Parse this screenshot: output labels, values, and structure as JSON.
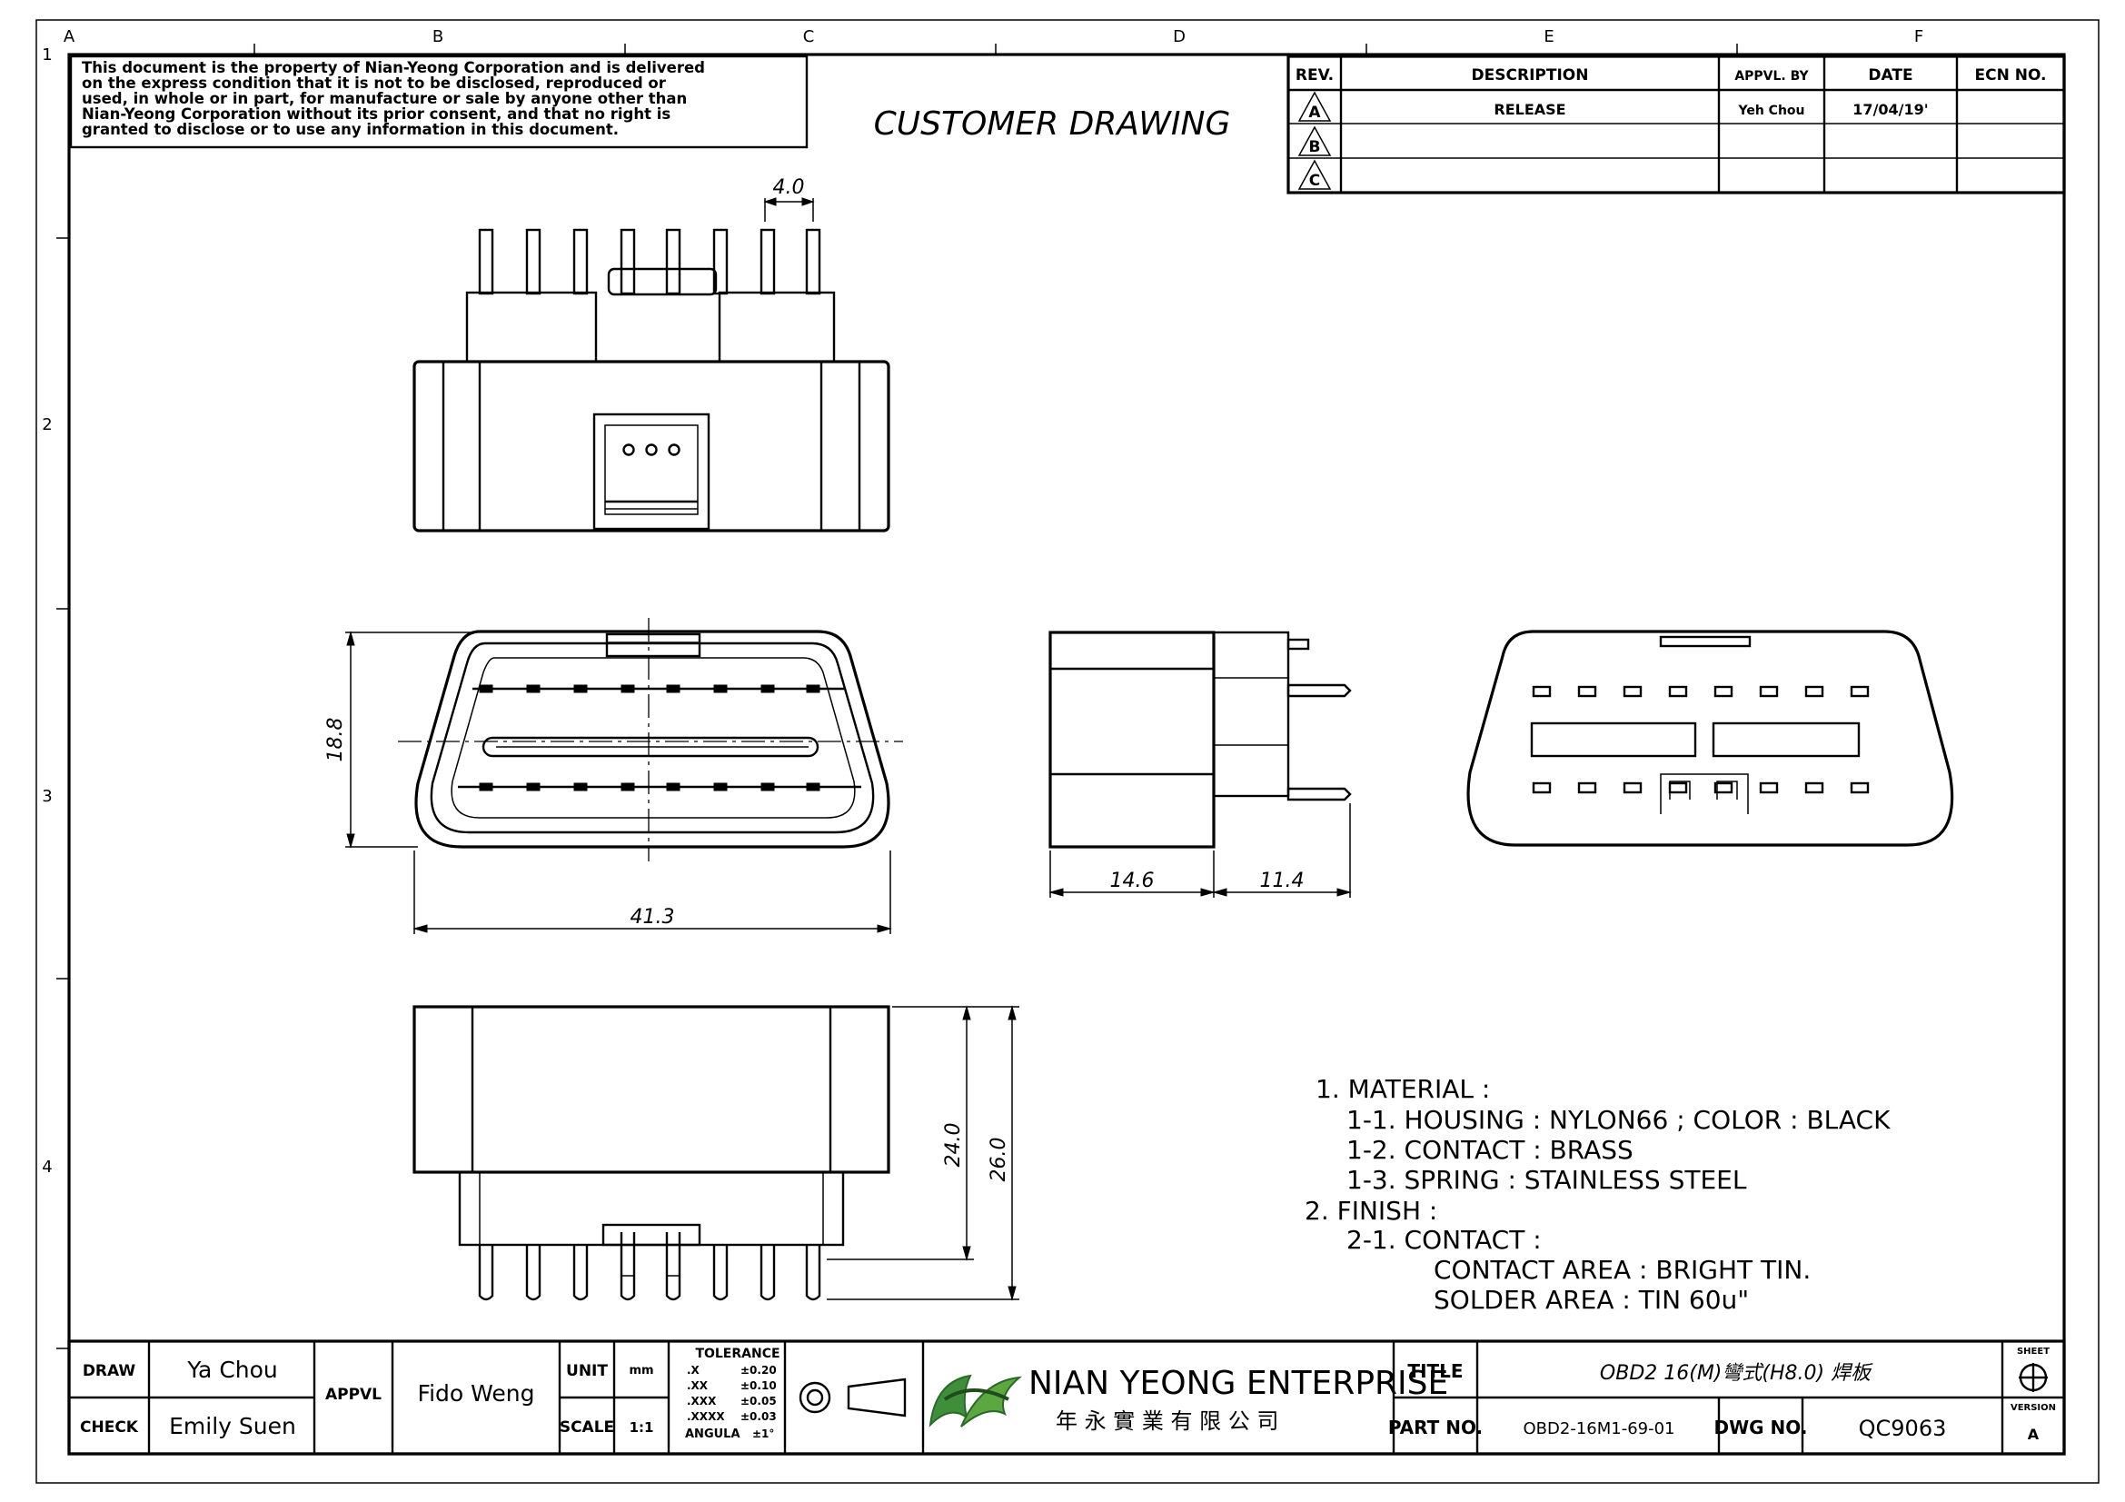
{
  "zones": {
    "cols": [
      "A",
      "B",
      "C",
      "D",
      "E",
      "F"
    ],
    "rows": [
      "1",
      "2",
      "3",
      "4"
    ]
  },
  "notice": [
    "This document is the property of Nian-Yeong Corporation and is delivered",
    "on  the  express condition that it is not to be disclosed, reproduced or",
    "used, in whole or in part, for manufacture or sale by anyone other than",
    "Nian-Yeong Corporation without  its prior consent, and that  no right  is",
    "granted to disclose or to use any information in this  document."
  ],
  "drawing_title": "CUSTOMER  DRAWING",
  "revision_table": {
    "headers": [
      "REV.",
      "DESCRIPTION",
      "APPVL. BY",
      "DATE",
      "ECN NO."
    ],
    "rows": [
      {
        "rev": "A",
        "description": "RELEASE",
        "approved_by": "Yeh Chou",
        "date": "17/04/19'",
        "ecn": ""
      },
      {
        "rev": "B",
        "description": "",
        "approved_by": "",
        "date": "",
        "ecn": ""
      },
      {
        "rev": "C",
        "description": "",
        "approved_by": "",
        "date": "",
        "ecn": ""
      }
    ]
  },
  "dimensions": {
    "pitch": "4.0",
    "height": "18.8",
    "width": "41.3",
    "side_body": "14.6",
    "side_pin": "11.4",
    "bottom_inner": "24.0",
    "bottom_total": "26.0"
  },
  "notes": [
    "1.  MATERIAL  :",
    "1-1.  HOUSING  :  NYLON66  ;  COLOR  :  BLACK",
    "1-2.  CONTACT  :  BRASS",
    "1-3.  SPRING  :  STAINLESS  STEEL",
    "2.  FINISH  :",
    "2-1.  CONTACT  :",
    "CONTACT  AREA  :  BRIGHT  TIN.",
    "SOLDER  AREA  :  TIN  60u\""
  ],
  "title_block": {
    "draw_label": "DRAW",
    "draw_name": "Ya  Chou",
    "check_label": "CHECK",
    "check_name": "Emily  Suen",
    "appvl_label": "APPVL",
    "appvl_name": "Fido  Weng",
    "unit_label": "UNIT",
    "unit_value": "mm",
    "scale_label": "SCALE",
    "scale_value": "1:1",
    "tolerance_title": "TOLERANCE",
    "tolerances": [
      {
        "k": ".X",
        "v": "±0.20"
      },
      {
        "k": ".XX",
        "v": "±0.10"
      },
      {
        "k": ".XXX",
        "v": "±0.05"
      },
      {
        "k": ".XXXX",
        "v": "±0.03"
      }
    ],
    "angular_label": "ANGULA",
    "angular_value": "±1°",
    "company": "NIAN YEONG ENTERPRISE",
    "company_cn": "年 永 實 業 有 限 公 司",
    "title_label": "TITLE",
    "title_value": "OBD2  16(M)彎式(H8.0)  焊板",
    "part_label": "PART NO.",
    "part_value": "OBD2-16M1-69-01",
    "dwg_label": "DWG NO.",
    "dwg_value": "QC9063",
    "sheet_label": "SHEET",
    "version_label": "VERSION",
    "version_value": "A"
  }
}
